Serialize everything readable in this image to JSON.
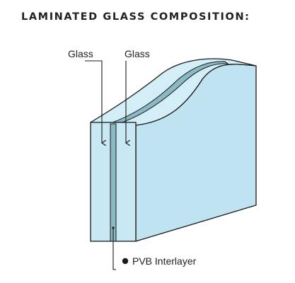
{
  "title": "LAMINATED GLASS COMPOSITION:",
  "labels": {
    "glass_left": "Glass",
    "glass_right": "Glass",
    "interlayer": "PVB Interlayer"
  },
  "colors": {
    "glass_face": "#c8e8f3",
    "glass_side": "#bfe3f0",
    "glass_top": "#d3eef7",
    "interlayer": "#8ab8c4",
    "outline": "#1a1a1a"
  }
}
